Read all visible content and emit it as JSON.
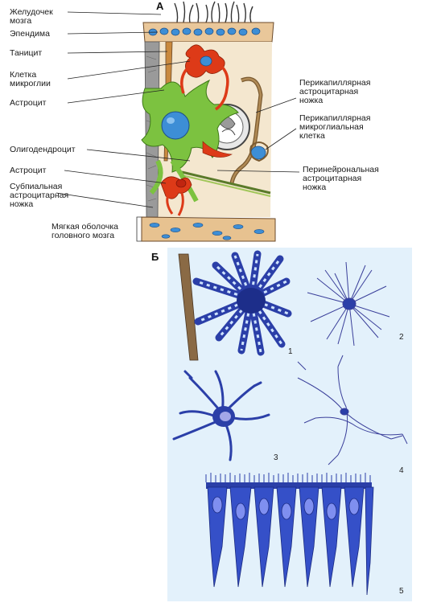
{
  "panel_a": {
    "letter": "А",
    "labels_left": [
      "Желудочек\nмозга",
      "Эпендима",
      "Таницит",
      "Клетка\nмикроглии",
      "Астроцит",
      "Олигодендроцит",
      "Астроцит",
      "Субпиальная\nастроцитарная\nножка",
      "Мягкая оболочка\nголовного мозга"
    ],
    "labels_right": [
      "Перикапиллярная\nастроцитарная\nножка",
      "Перикапиллярная\nмикроглиальная\nклетка",
      "Перинейрональная\nастроцитарная\nножка"
    ]
  },
  "panel_b": {
    "letter": "Б",
    "numbers": [
      "1",
      "2",
      "3",
      "4",
      "5"
    ]
  },
  "colors": {
    "ventricle_bg": "#ffffff",
    "ependyma": "#e9c79a",
    "meninges": "#e7c290",
    "nucleus_blue": "#3d8ed6",
    "astrocyte_green": "#7cc240",
    "microglia_red": "#dd3a18",
    "panel_b_bg": "#e3f1fb",
    "glia_blue": "#2b3fa8"
  }
}
